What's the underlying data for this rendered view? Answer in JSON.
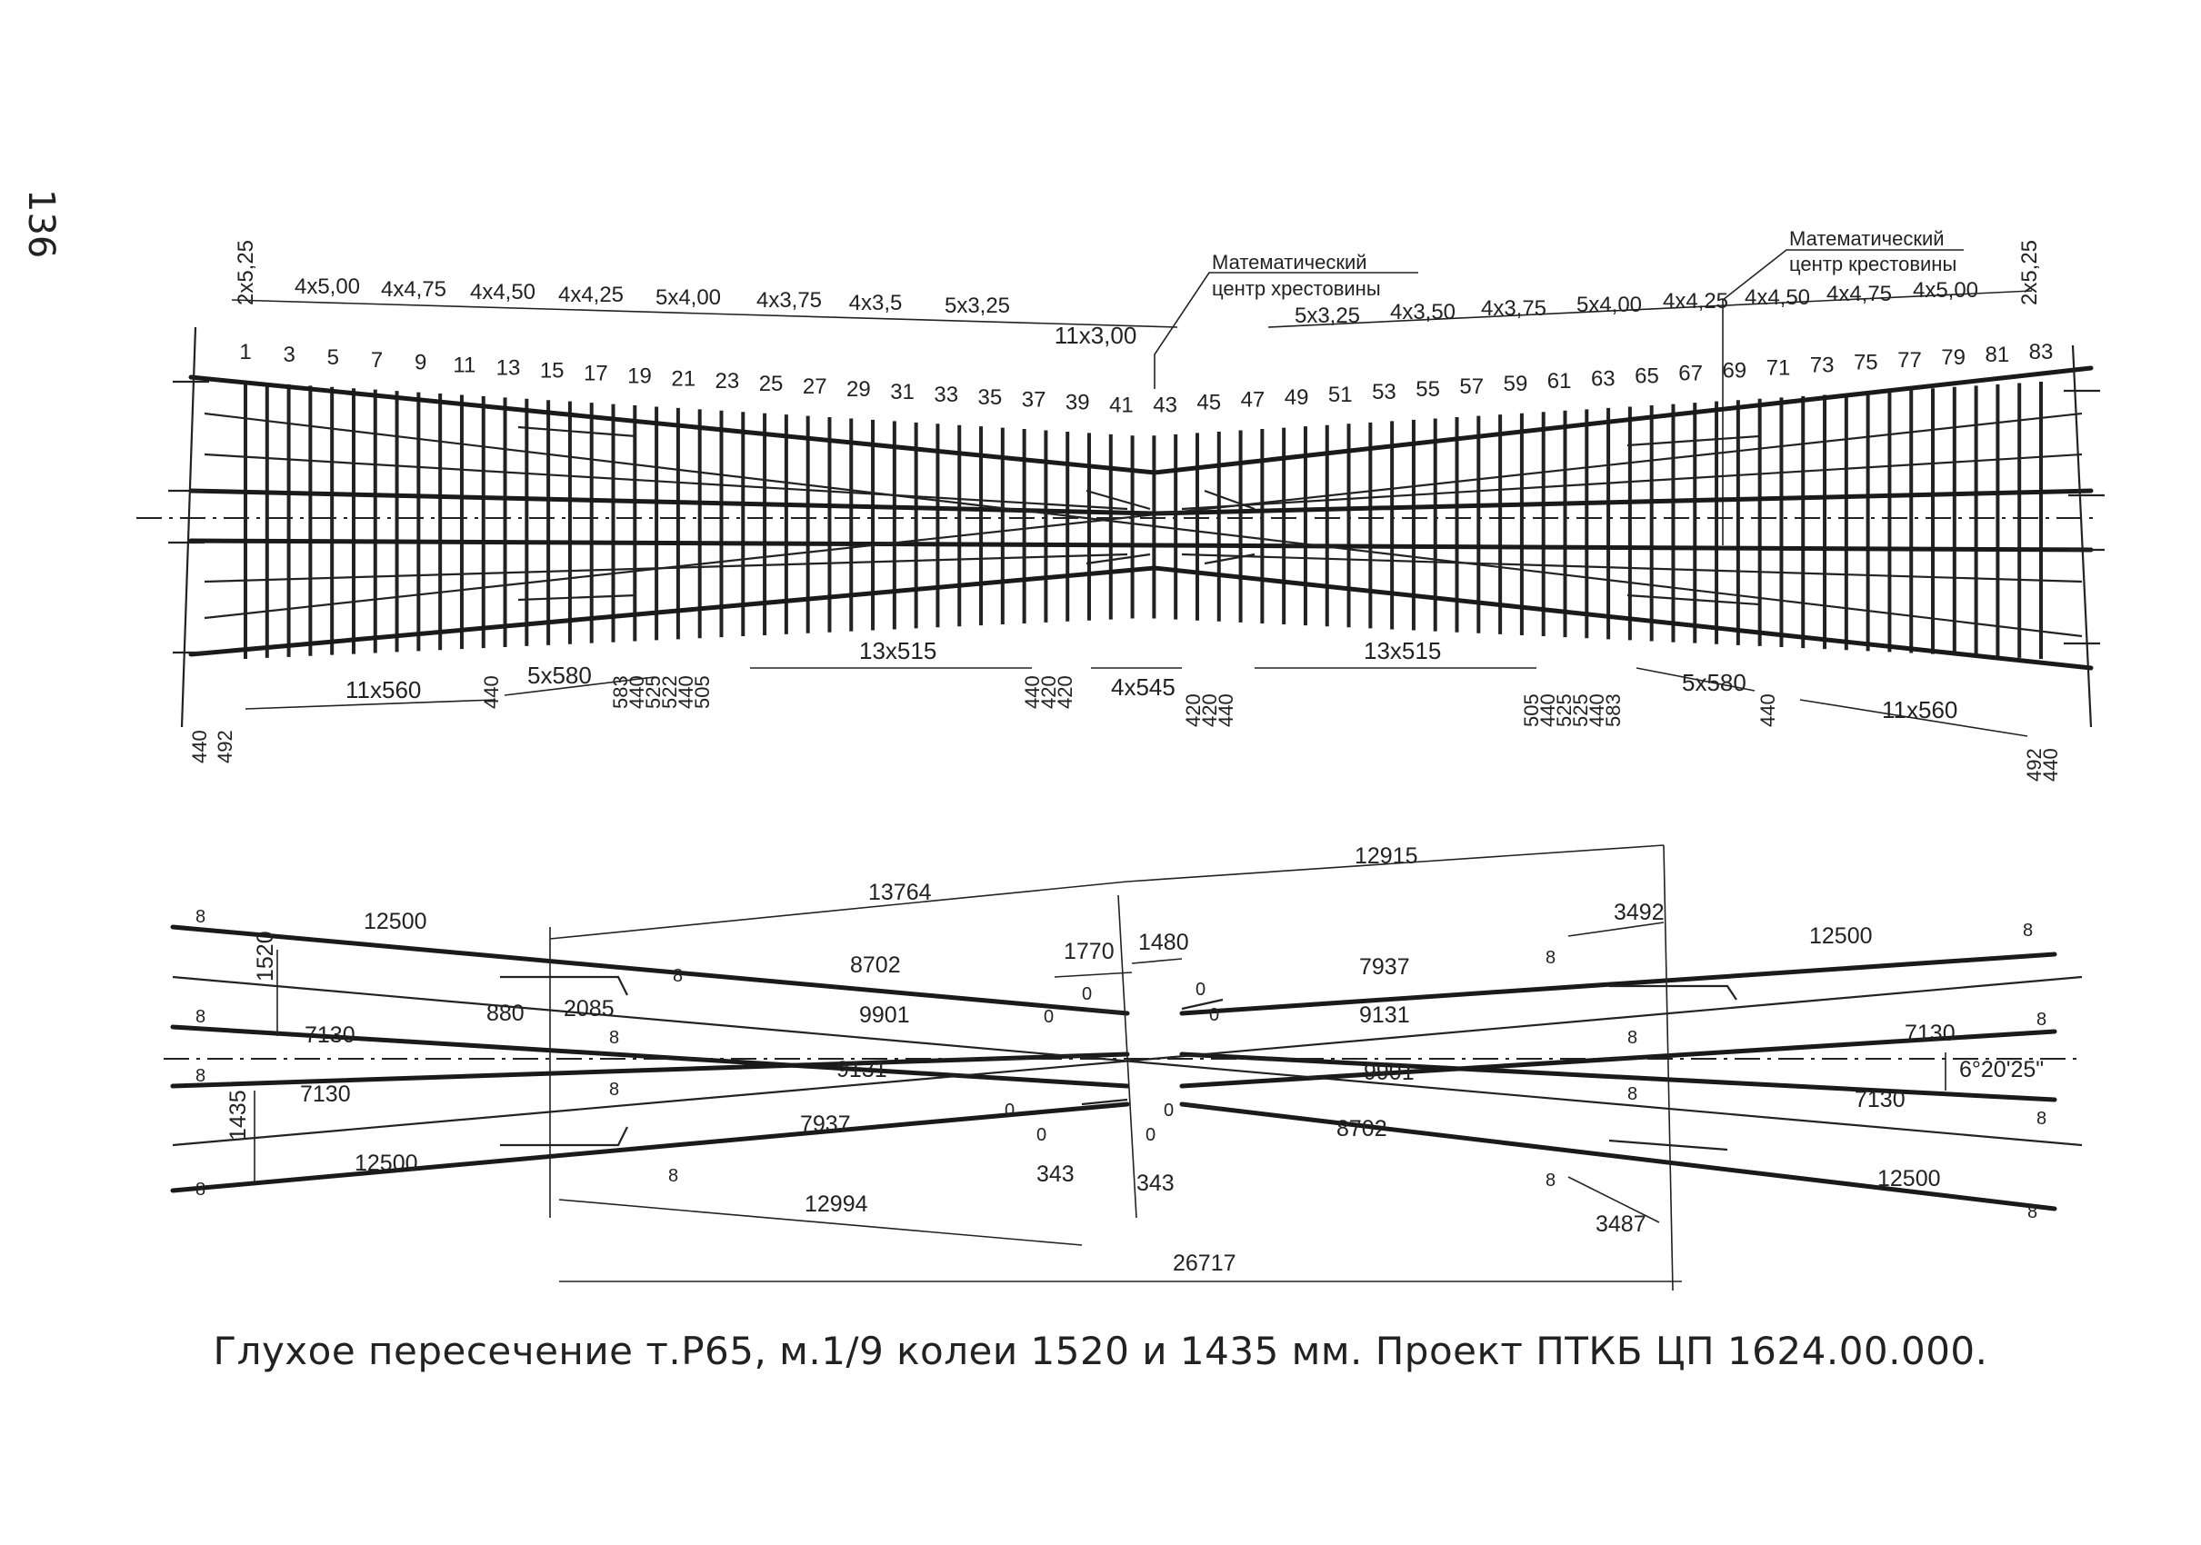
{
  "page_number": "136",
  "caption": "Глухое пересечение т.Р65, м.1/9 колеи 1520 и 1435 мм. Проект ПТКБ ЦП 1624.00.000.",
  "top_drawing": {
    "spacing_left": [
      "2x5,25",
      "4x5,00",
      "4x4,75",
      "4x4,50",
      "4x4,25",
      "5x4,00",
      "4x3,75",
      "4x3,5",
      "5x3,25"
    ],
    "spacing_center": "11x3,00",
    "spacing_right": [
      "5x3,25",
      "4x3,50",
      "4x3,75",
      "5x4,00",
      "4x4,25",
      "4x4,50",
      "4x4,75",
      "4x5,00",
      "2x5,25"
    ],
    "center_label_line1": "Математический",
    "center_label_line2": "центр хрестовины",
    "right_label_line1": "Математический",
    "right_label_line2": "центр крестовины",
    "tie_numbers": [
      "1",
      "3",
      "5",
      "7",
      "9",
      "11",
      "13",
      "15",
      "17",
      "19",
      "21",
      "23",
      "25",
      "27",
      "29",
      "31",
      "33",
      "35",
      "37",
      "39",
      "41",
      "43",
      "45",
      "47",
      "49",
      "51",
      "53",
      "55",
      "57",
      "59",
      "61",
      "63",
      "65",
      "67",
      "69",
      "71",
      "73",
      "75",
      "77",
      "79",
      "81",
      "83"
    ],
    "bottom_dims": {
      "left_11x560": "11x560",
      "left_5x580": "5x580",
      "left_13x515": "13x515",
      "center_4x545": "4x545",
      "right_13x515": "13x515",
      "right_5x580": "5x580",
      "right_11x560": "11x560"
    },
    "vertical_dims_left": [
      "440",
      "492",
      "440",
      "583",
      "440",
      "525",
      "522",
      "440",
      "505",
      "440",
      "420",
      "420"
    ],
    "vertical_dims_right": [
      "420",
      "420",
      "440",
      "505",
      "440",
      "525",
      "525",
      "440",
      "583",
      "440",
      "492",
      "440"
    ]
  },
  "bottom_drawing": {
    "dims": {
      "d12915": "12915",
      "d13764": "13764",
      "d3492": "3492",
      "d12500_tl": "12500",
      "d12500_tr": "12500",
      "d12500_bl": "12500",
      "d12500_br": "12500",
      "d1770": "1770",
      "d1480": "1480",
      "d8702_top": "8702",
      "d7937_top": "7937",
      "d1520": "1520",
      "d880": "880",
      "d2085": "2085",
      "d9901_top": "9901",
      "d9131_top": "9131",
      "d7130_tl": "7130",
      "d7130_tr": "7130",
      "d7130_bl": "7130",
      "d7130_br": "7130",
      "d9131_mid": "9131",
      "d9901_mid": "9901",
      "angle": "6°20'25\"",
      "d1435": "1435",
      "d7937_bot": "7937",
      "d8702_bot": "8702",
      "d343_left": "343",
      "d343_right": "343",
      "d12994": "12994",
      "d3487": "3487",
      "d26717": "26717"
    },
    "joint_mark": "8",
    "zero_mark": "0"
  }
}
